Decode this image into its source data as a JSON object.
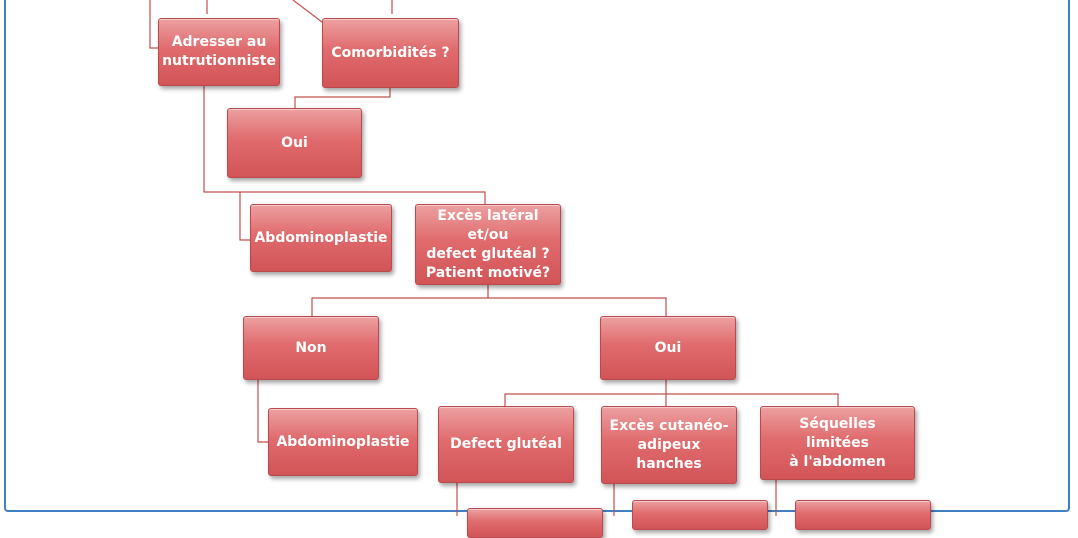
{
  "nodes": {
    "adresser": "Adresser au\nnutrutionniste",
    "comorbidites": "Comorbidités ?",
    "oui_1": "Oui",
    "abdominoplastie_1": "Abdominoplastie",
    "exces_lateral": "Excès latéral et/ou\ndefect glutéal ?\nPatient motivé?",
    "non": "Non",
    "oui_2": "Oui",
    "abdominoplastie_2": "Abdominoplastie",
    "defect_gluteal": "Defect glutéal",
    "exces_cutaneo": "Excès cutanéo-\nadipeux hanches",
    "sequelles": "Séquelles limitées\nà l'abdomen"
  },
  "colors": {
    "node": "#d9595c",
    "line": "#c0504d",
    "frame": "#3f7fc2"
  }
}
